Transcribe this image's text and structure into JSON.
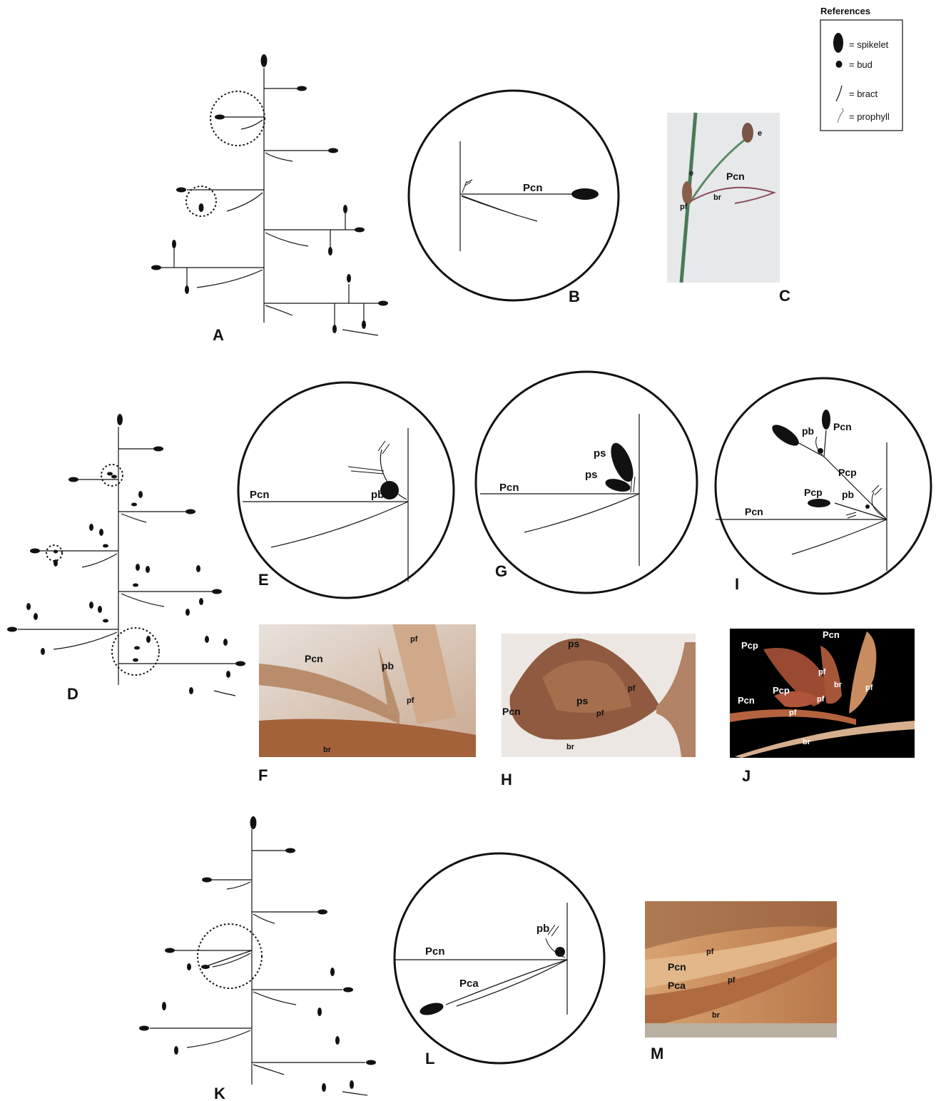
{
  "legend": {
    "title": "References",
    "items": [
      {
        "icon": "spikelet-icon",
        "text": "= spikelet"
      },
      {
        "icon": "bud-icon",
        "text": "= bud"
      },
      {
        "icon": "bract-icon",
        "text": "= bract"
      },
      {
        "icon": "prophyll-icon",
        "text": "= prophyll"
      }
    ]
  },
  "panels": {
    "A": "A",
    "B": "B",
    "C": "C",
    "D": "D",
    "E": "E",
    "F": "F",
    "G": "G",
    "H": "H",
    "I": "I",
    "J": "J",
    "K": "K",
    "L": "L",
    "M": "M"
  },
  "labels": {
    "pcn": "Pcn",
    "pcp": "Pcp",
    "pca": "Pca",
    "pb": "pb",
    "ps": "ps",
    "pf": "pf",
    "br": "br",
    "e": "e"
  },
  "colors": {
    "ink": "#111111",
    "photo_c_bg": "#e6e8ea",
    "photo_f_bg": "#d9cfc4",
    "photo_h_bg": "#ece7e2",
    "photo_j_bg": "#000000",
    "photo_m_bg": "#c88c5a",
    "stem_green": "#4b7a58",
    "tissue_brown": "#a4623a"
  }
}
